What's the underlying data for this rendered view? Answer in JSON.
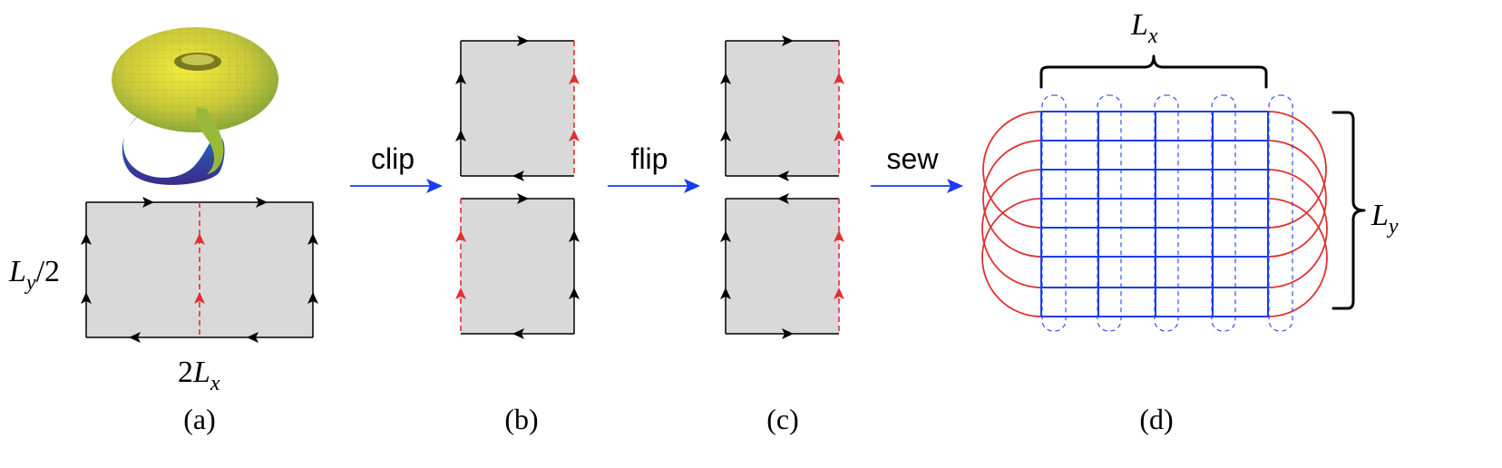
{
  "panels": {
    "a": {
      "label": "(a)",
      "height_label_main": "L",
      "height_label_sub": "y",
      "height_label_tail": "/2",
      "width_label_coef": "2",
      "width_label_main": "L",
      "width_label_sub": "x"
    },
    "b": {
      "label": "(b)"
    },
    "c": {
      "label": "(c)"
    },
    "d": {
      "label": "(d)",
      "top_label_main": "L",
      "top_label_sub": "x",
      "side_label_main": "L",
      "side_label_sub": "y"
    }
  },
  "steps": [
    {
      "label": "clip"
    },
    {
      "label": "flip"
    },
    {
      "label": "sew"
    }
  ],
  "colors": {
    "panel_fill": "#d9d9d9",
    "edge": "#000000",
    "seam": "#e03030",
    "lattice": "#1a3cf0",
    "step_arrow": "#1a3cf0"
  },
  "icons": {
    "surface": "klein-bottle-icon"
  }
}
